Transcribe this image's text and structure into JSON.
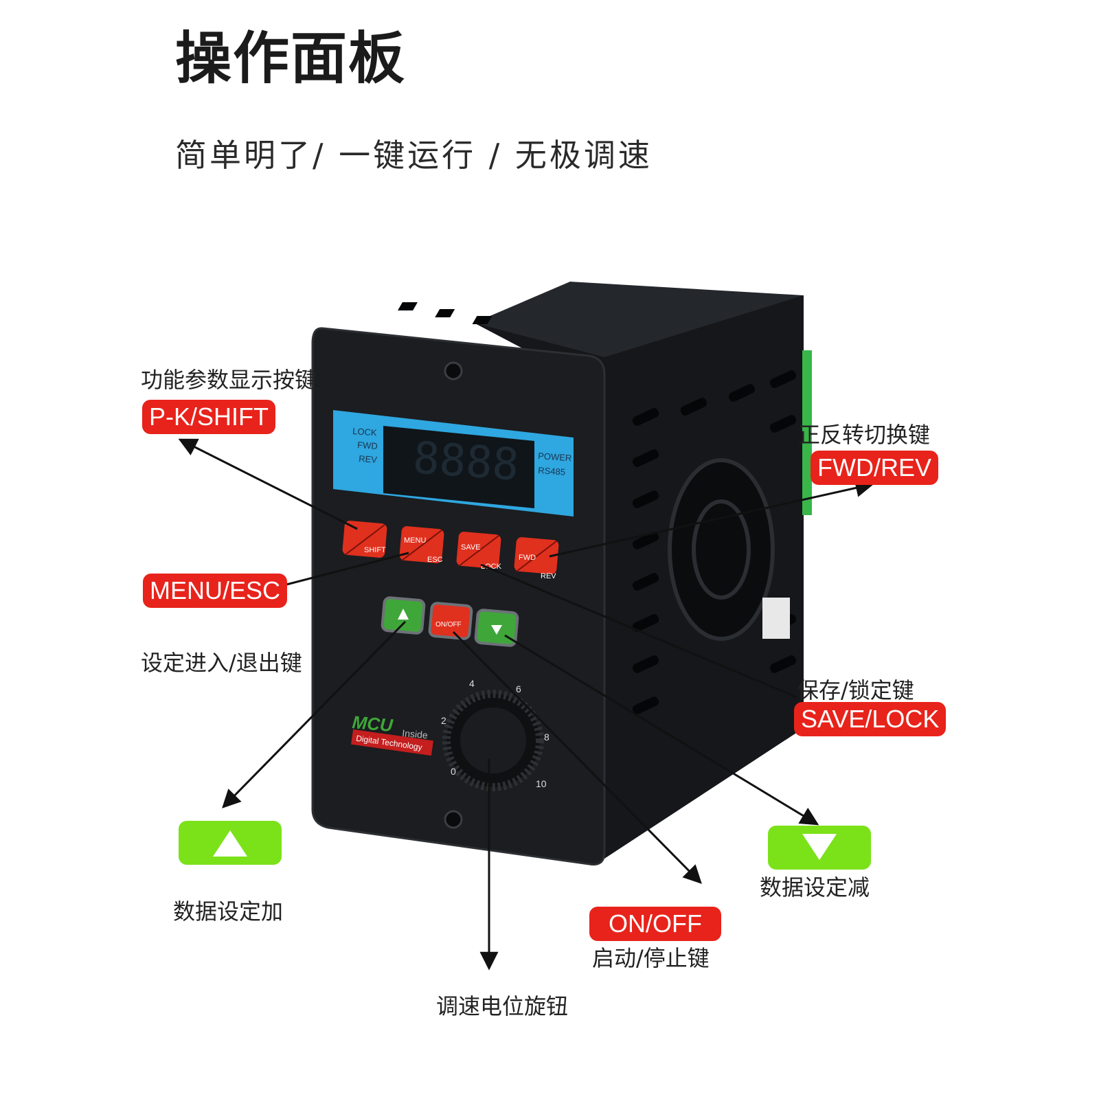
{
  "header": {
    "title": "操作面板",
    "subtitle": "简单明了/ 一键运行 / 无极调速"
  },
  "callouts": {
    "pk_shift": {
      "caption": "功能参数显示按键",
      "label": "P-K/SHIFT"
    },
    "fwd_rev": {
      "caption": "正反转切换键",
      "label": "FWD/REV"
    },
    "menu_esc": {
      "label": "MENU/ESC",
      "caption": "设定进入/退出键"
    },
    "save_lock": {
      "caption": "保存/锁定键",
      "label": "SAVE/LOCK"
    },
    "up": {
      "caption": "数据设定加"
    },
    "down": {
      "caption": "数据设定减"
    },
    "on_off": {
      "label": "ON/OFF",
      "caption": "启动/停止键"
    },
    "knob": {
      "caption": "调速电位旋钮"
    }
  },
  "device": {
    "indicators": [
      "LOCK",
      "FWD",
      "REV"
    ],
    "right_indicators": [
      "POWER",
      "RS485"
    ],
    "display": "8888",
    "keys": [
      {
        "top": "",
        "bottom": "SHIFT"
      },
      {
        "top": "MENU",
        "bottom": "ESC"
      },
      {
        "top": "SAVE",
        "bottom": "LOCK"
      },
      {
        "top": "FWD",
        "bottom": "REV"
      }
    ],
    "on_off_key": "ON/OFF",
    "dial_ticks": [
      "0",
      "2",
      "4",
      "6",
      "8",
      "10"
    ],
    "brand": "MCU",
    "brand_inside": "Inside",
    "brand_sub": "Digital Technology",
    "colors": {
      "panel": "#1a1c1f",
      "lcd": "#2fa7e0",
      "key_red": "#e0301e",
      "key_green": "#3fa63a"
    }
  }
}
